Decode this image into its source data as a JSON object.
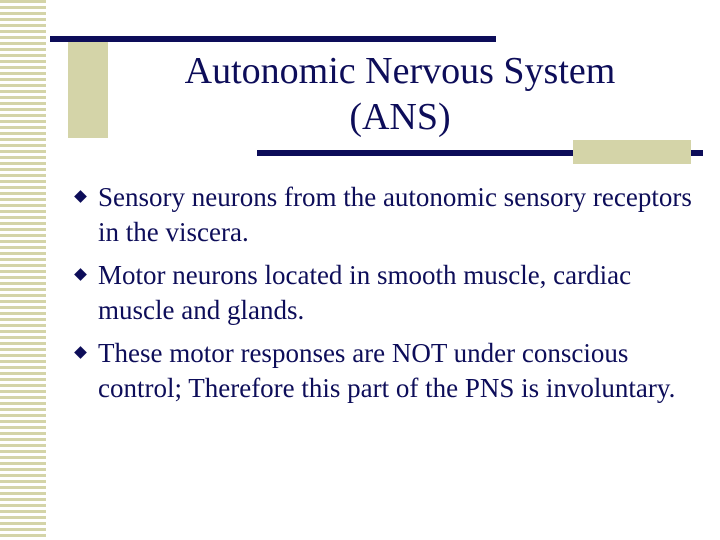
{
  "slide": {
    "title_line1": "Autonomic Nervous System",
    "title_line2": "(ANS)",
    "bullets": [
      {
        "text": "Sensory neurons from the autonomic sensory receptors in the viscera."
      },
      {
        "text": "Motor neurons located in smooth muscle, cardiac muscle and glands."
      },
      {
        "text": "These motor responses are NOT under conscious control; Therefore this part of the PNS is involuntary."
      }
    ]
  },
  "colors": {
    "text": "#0d0d59",
    "accent": "#d4d4a8",
    "background": "#ffffff"
  }
}
